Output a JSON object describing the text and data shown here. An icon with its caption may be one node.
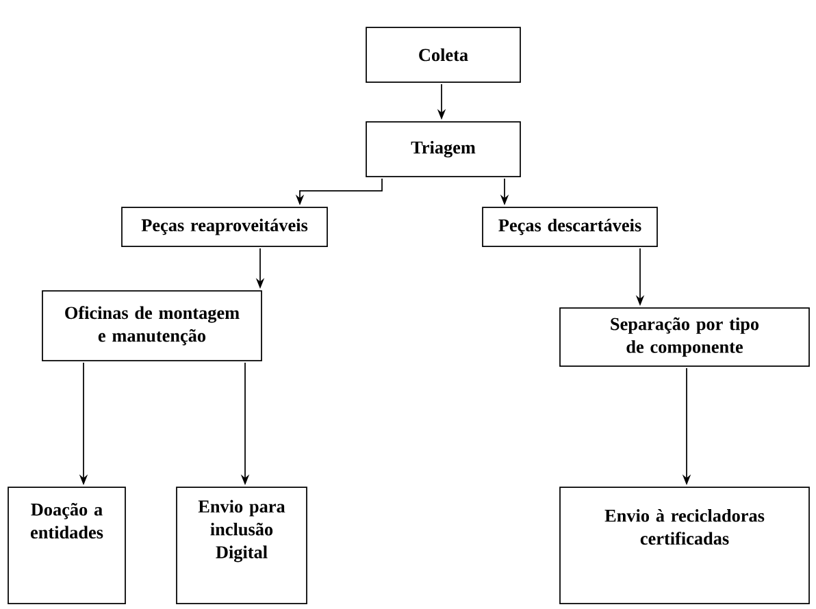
{
  "diagram": {
    "nodes": [
      {
        "text": [
          "Coleta"
        ]
      },
      {
        "text": [
          "Triagem"
        ]
      },
      {
        "text": [
          "Peças reaproveitáveis"
        ]
      },
      {
        "text": [
          "Peças descartáveis"
        ]
      },
      {
        "text": [
          "Oficinas de montagem e manutenção"
        ]
      },
      {
        "text": [
          "Separação por tipo de componente"
        ]
      },
      {
        "text": [
          "Doação a entidades"
        ]
      },
      {
        "text": [
          "Envio para inclusão Digital"
        ]
      },
      {
        "text": [
          "Envio à recicladoras certificadas"
        ]
      }
    ],
    "edges": [
      {
        "from": 0,
        "to": 1,
        "arrow": "to"
      },
      {
        "from": 1,
        "to": 2,
        "arrow": "to"
      },
      {
        "from": 1,
        "to": 3,
        "arrow": "to"
      },
      {
        "from": 2,
        "to": 4,
        "arrow": "to"
      },
      {
        "from": 3,
        "to": 5,
        "arrow": "to"
      },
      {
        "from": 4,
        "to": 6,
        "arrow": "to"
      },
      {
        "from": 4,
        "to": 7,
        "arrow": "to"
      },
      {
        "from": 5,
        "to": 8,
        "arrow": "to"
      }
    ]
  }
}
